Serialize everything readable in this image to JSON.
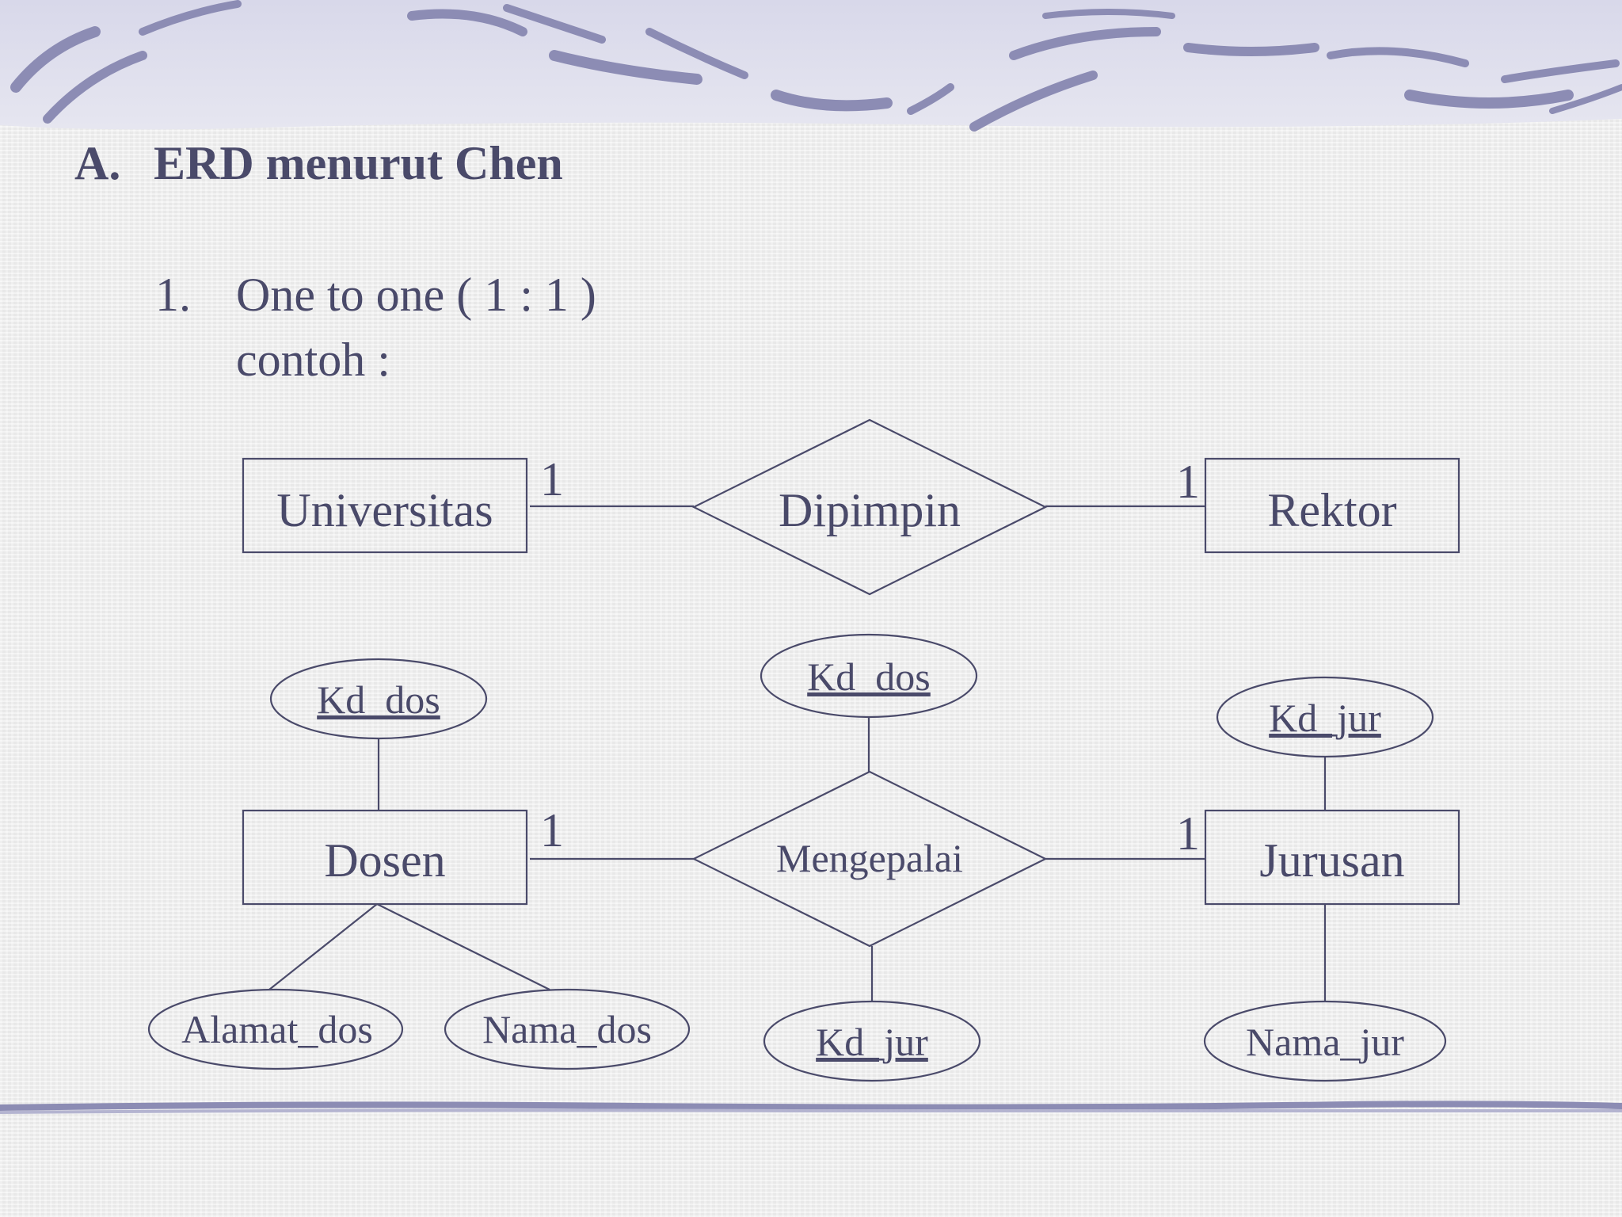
{
  "heading": {
    "marker": "A.",
    "text": "ERD menurut Chen"
  },
  "item": {
    "number": "1.",
    "line1": "One to one ( 1 : 1 )",
    "line2": "contoh :"
  },
  "diagram1": {
    "entity_left": "Universitas",
    "relationship": "Dipimpin",
    "entity_right": "Rektor",
    "card_left": "1",
    "card_right": "1"
  },
  "diagram2": {
    "entity_left": "Dosen",
    "relationship": "Mengepalai",
    "entity_right": "Jurusan",
    "card_left": "1",
    "card_right": "1",
    "attr_dosen_key": "Kd_dos",
    "attr_dosen_alamat": "Alamat_dos",
    "attr_dosen_nama": "Nama_dos",
    "attr_rel_top": "Kd_dos",
    "attr_rel_bottom": "Kd_jur",
    "attr_jurusan_key": "Kd_jur",
    "attr_jurusan_nama": "Nama_jur"
  },
  "colors": {
    "ink": "#4a4a6a",
    "banner": "#8c8cb4",
    "banner_bg": "#dcdcec"
  }
}
